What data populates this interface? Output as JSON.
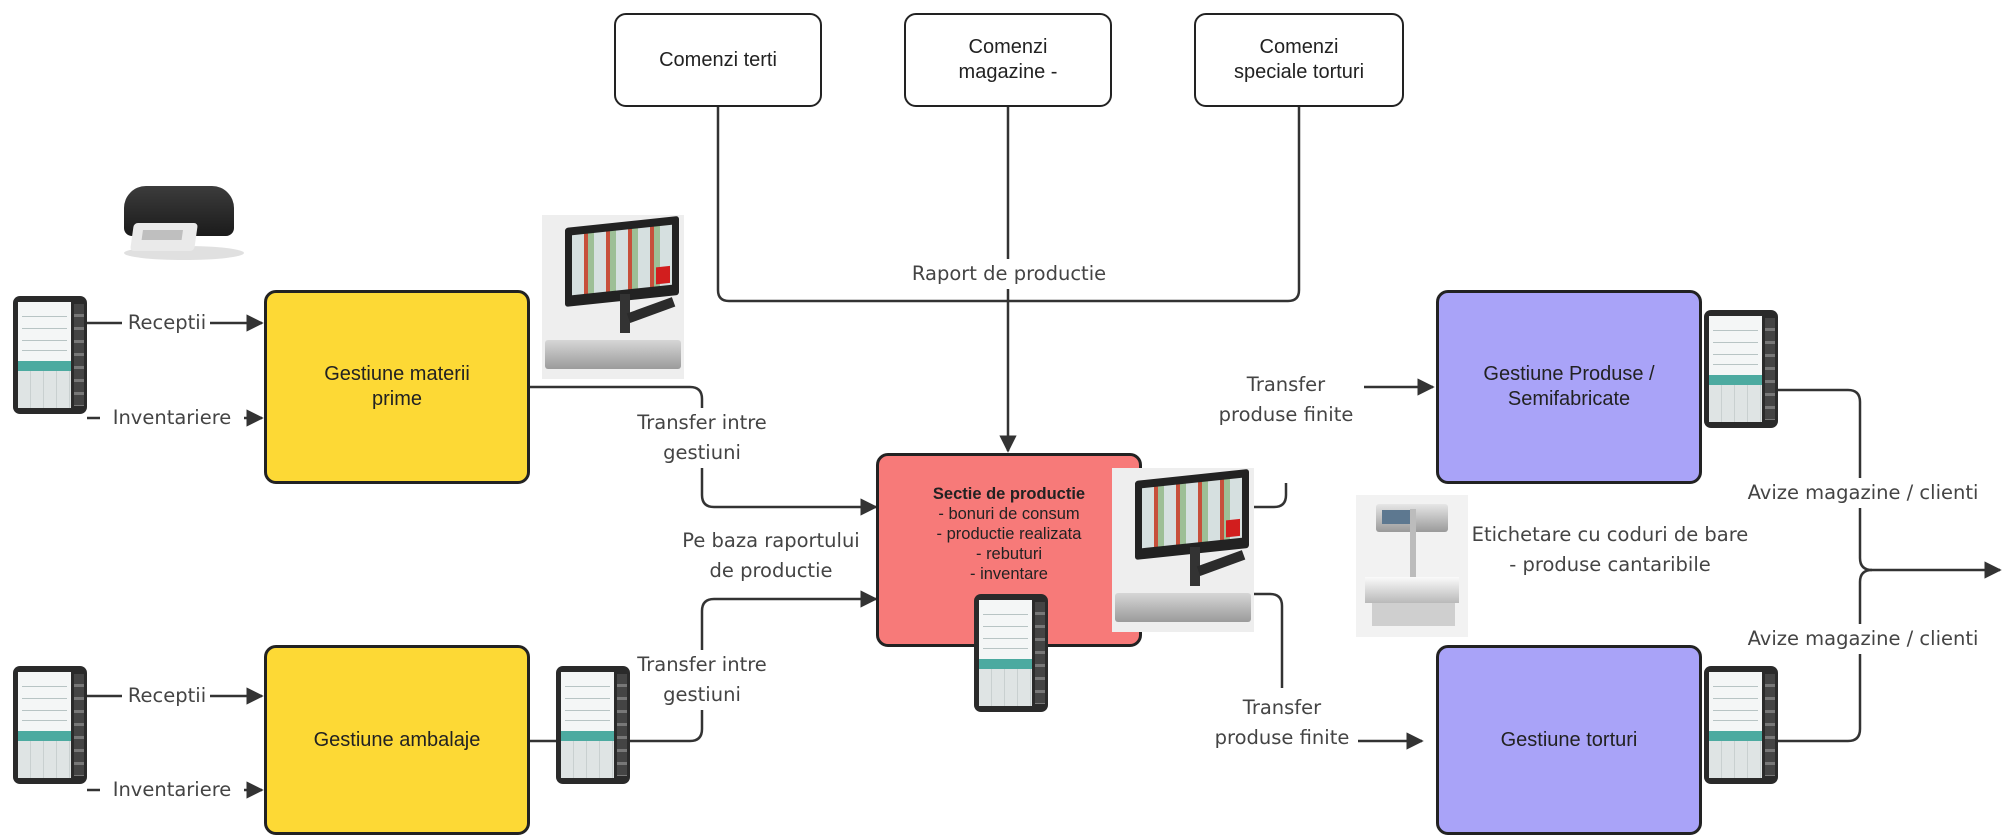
{
  "sources": {
    "terti": "Comenzi terti",
    "magazine": "Comenzi\nmagazine -",
    "torturi": "Comenzi\nspeciale torturi"
  },
  "nodes": {
    "materii_prime": "Gestiune materii\nprime",
    "ambalaje": "Gestiune ambalaje",
    "productie": {
      "title": "Sectie de productie",
      "items": [
        "- bonuri de consum",
        "- productie realizata",
        "- rebuturi",
        "- inventare"
      ]
    },
    "produse": "Gestiune Produse /\nSemifabricate",
    "torturi": "Gestiune torturi"
  },
  "labels": {
    "raport": "Raport de productie",
    "receptii_top": "Receptii",
    "inventariere_top": "Inventariere",
    "receptii_bottom": "Receptii",
    "inventariere_bottom": "Inventariere",
    "transfer_top": "Transfer intre\ngestiuni",
    "transfer_bottom": "Transfer intre\ngestiuni",
    "pe_baza": "Pe baza raportului\nde productie",
    "transfer_finite_top": "Transfer\nproduse finite",
    "transfer_finite_bottom": "Transfer\nproduse finite",
    "etichetare": "Etichetare cu coduri de bare\n- produse cantaribile",
    "avize_top": "Avize magazine / clienti",
    "avize_bottom": "Avize magazine / clienti"
  },
  "colors": {
    "yellow": "#fdd935",
    "purple": "#a9a3f8",
    "red": "#f77a79",
    "line": "#333333"
  },
  "icons": [
    "label-printer-icon",
    "mobile-terminal-icon",
    "pos-scale-icon",
    "label-scale-icon"
  ]
}
